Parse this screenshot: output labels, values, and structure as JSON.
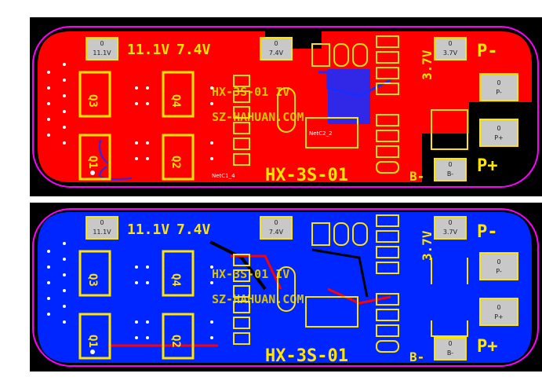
{
  "colors": {
    "canvas": "#000000",
    "top_copper": "#ff0000",
    "bottom_copper": "#0026ff",
    "silkscreen": "#ffe600",
    "outline": "#ff00ff",
    "pad": "#c8c8c8"
  },
  "top_layer": {
    "voltage_label_1": "11.1V",
    "voltage_label_2": "7.4V",
    "cell_voltage_label": "3.7V",
    "board_name": "HX-3S-01",
    "ref_q1": "Q1",
    "ref_q2": "Q2",
    "ref_q3": "Q3",
    "ref_q4": "Q4",
    "mirror_line_1": "HX-3S-01 IV",
    "mirror_line_2": "SZ-HAHUAN.COM",
    "p_minus": "P-",
    "p_plus": "P+",
    "b_minus_silk": "B-",
    "pads": [
      {
        "num": "0",
        "name": "11.1V"
      },
      {
        "num": "0",
        "name": "7.4V"
      },
      {
        "num": "0",
        "name": "3.7V"
      },
      {
        "num": "0",
        "name": "P-"
      },
      {
        "num": "0",
        "name": "P+"
      },
      {
        "num": "0",
        "name": "B-"
      }
    ],
    "pin_labels": [
      "NetC1_4",
      "NetC2_2"
    ]
  },
  "bottom_layer": {
    "voltage_label_1": "11.1V",
    "voltage_label_2": "7.4V",
    "cell_voltage_label": "3.7V",
    "board_name": "HX-3S-01",
    "ref_q1": "Q1",
    "ref_q2": "Q2",
    "ref_q3": "Q3",
    "ref_q4": "Q4",
    "mirror_line_1": "HX-3S-01 IV",
    "mirror_line_2": "SZ-HAHUAN.COM",
    "p_minus": "P-",
    "p_plus": "P+",
    "b_minus_silk": "B-",
    "pads": [
      {
        "num": "0",
        "name": "11.1V"
      },
      {
        "num": "0",
        "name": "7.4V"
      },
      {
        "num": "0",
        "name": "3.7V"
      },
      {
        "num": "0",
        "name": "P-"
      },
      {
        "num": "0",
        "name": "P+"
      },
      {
        "num": "0",
        "name": "B-"
      }
    ]
  }
}
